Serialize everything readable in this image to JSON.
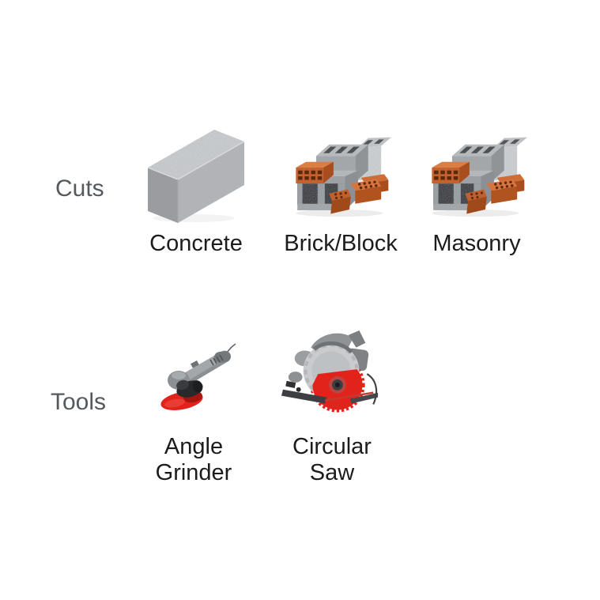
{
  "rows": [
    {
      "label": "Cuts",
      "items": [
        {
          "label": "Concrete",
          "icon": "concrete-block-3d"
        },
        {
          "label": "Brick/Block",
          "icon": "cinder-blocks-and-bricks-pile"
        },
        {
          "label": "Masonry",
          "icon": "cinder-blocks-and-bricks-pile"
        }
      ]
    },
    {
      "label": "Tools",
      "items": [
        {
          "label": "Angle Grinder",
          "label_lines": [
            "Angle",
            "Grinder"
          ],
          "icon": "angle-grinder-with-red-disc"
        },
        {
          "label": "Circular Saw",
          "label_lines": [
            "Circular",
            "Saw"
          ],
          "icon": "circular-saw-with-red-blade"
        }
      ]
    }
  ],
  "colors": {
    "background": "#ffffff",
    "category_text": "#55585c",
    "item_text": "#1c1c1c",
    "disc_red": "#e2231c",
    "brick_orange": "#c5612d",
    "concrete_gray": "#b3b6b9",
    "tool_gray": "#9aa0a3"
  }
}
